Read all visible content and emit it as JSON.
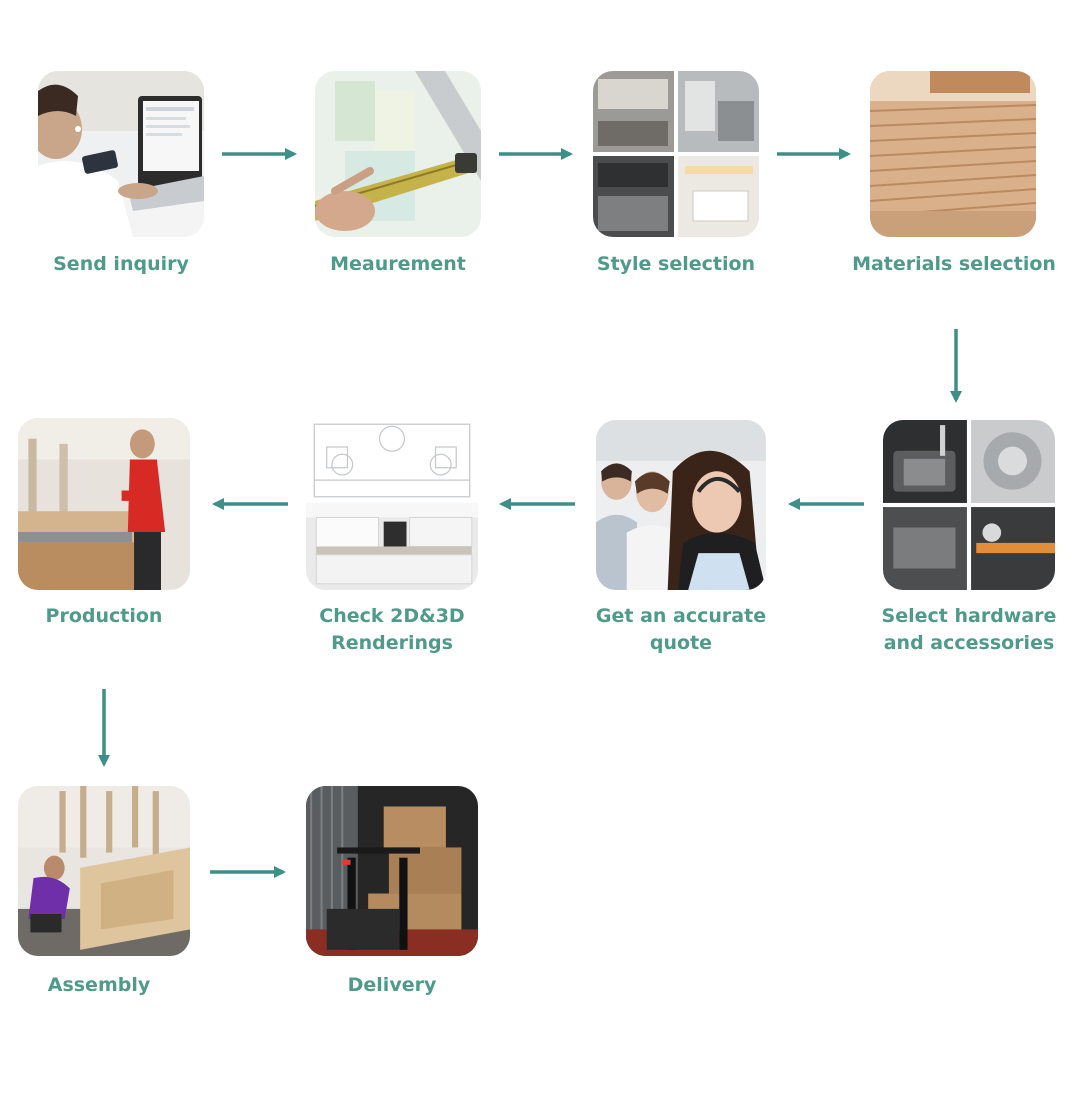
{
  "accent_color": "#3d8f87",
  "label_color": "#4f9a8b",
  "steps": [
    {
      "id": "send-inquiry",
      "lines": [
        "Send inquiry"
      ],
      "image": "person-typing-on-laptop"
    },
    {
      "id": "measurement",
      "lines": [
        "Meaurement"
      ],
      "image": "tape-measure-at-window"
    },
    {
      "id": "style-selection",
      "lines": [
        "Style selection"
      ],
      "image": "kitchen-style-collage"
    },
    {
      "id": "materials-selection",
      "lines": [
        "Materials selection"
      ],
      "image": "stacked-plywood-boards"
    },
    {
      "id": "select-hardware",
      "lines": [
        "Select hardware",
        "and accessories"
      ],
      "image": "sink-and-drawer-hardware-collage"
    },
    {
      "id": "accurate-quote",
      "lines": [
        "Get an accurate",
        "quote"
      ],
      "image": "call-center-agents-with-headsets"
    },
    {
      "id": "check-renderings",
      "lines": [
        "Check 2D&3D",
        "Renderings"
      ],
      "image": "cad-drawing-and-kitchen-rendering"
    },
    {
      "id": "production",
      "lines": [
        "Production"
      ],
      "image": "factory-worker-at-machine"
    },
    {
      "id": "assembly",
      "lines": [
        "Assembly"
      ],
      "image": "worker-assembling-cabinet"
    },
    {
      "id": "delivery",
      "lines": [
        "Delivery"
      ],
      "image": "forklift-loading-boxes"
    }
  ]
}
